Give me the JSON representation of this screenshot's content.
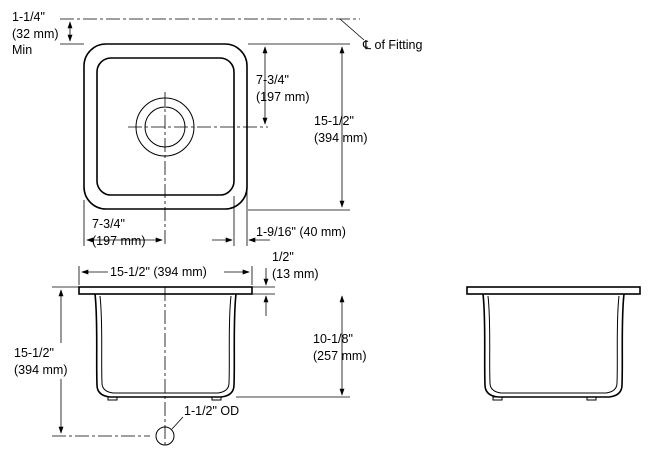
{
  "top_view": {
    "fitting_setback": {
      "imperial": "1-1/4\"",
      "metric": "(32 mm)",
      "note": "Min"
    },
    "centerline_label": "℄ of Fitting",
    "drain_offset_vertical": {
      "imperial": "7-3/4\"",
      "metric": "(197 mm)"
    },
    "overall_depth": {
      "imperial": "15-1/2\"",
      "metric": "(394 mm)"
    },
    "drain_offset_horizontal": {
      "imperial": "7-3/4\"",
      "metric": "(197 mm)"
    },
    "corner_radius": {
      "label": "1-9/16\" (40 mm)"
    }
  },
  "front_view": {
    "overall_width": {
      "label": "15-1/2\" (394 mm)"
    },
    "rim_thickness": {
      "imperial": "1/2\"",
      "metric": "(13 mm)"
    },
    "bowl_depth": {
      "imperial": "10-1/8\"",
      "metric": "(257 mm)"
    },
    "overall_height": {
      "imperial": "15-1/2\"",
      "metric": "(394 mm)"
    },
    "drain_outlet": {
      "label": "1-1/2\" OD"
    }
  },
  "side_view": {}
}
